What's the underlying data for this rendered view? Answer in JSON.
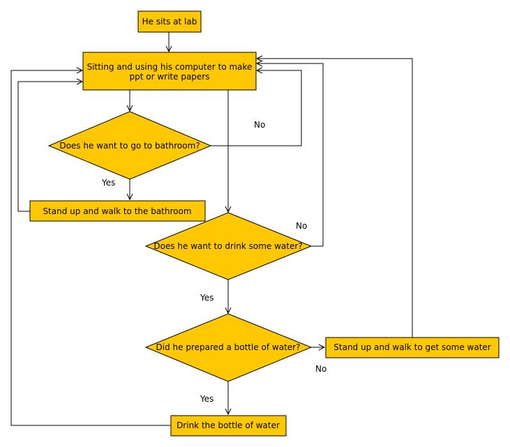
{
  "colors": {
    "node_fill": "#FFC800",
    "stroke": "#000000",
    "background": "#FFFFFF"
  },
  "nodes": {
    "start": {
      "label": "He sits at lab"
    },
    "work": {
      "line1": "Sitting and using his computer to make",
      "line2": "ppt or write papers"
    },
    "bathroom_question": {
      "label": "Does he want to go to bathroom?"
    },
    "walk_bathroom": {
      "label": "Stand up and walk to the bathroom"
    },
    "water_question": {
      "label": "Does he want to drink some water?"
    },
    "prepared_question": {
      "label": "Did he prepared a bottle of water?"
    },
    "get_water": {
      "label": "Stand up and walk to get some water"
    },
    "drink": {
      "label": "Drink the bottle of water"
    }
  },
  "edge_labels": {
    "bathroom_no": "No",
    "bathroom_yes": "Yes",
    "water_no": "No",
    "water_yes": "Yes",
    "prepared_no": "No",
    "prepared_yes": "Yes"
  }
}
